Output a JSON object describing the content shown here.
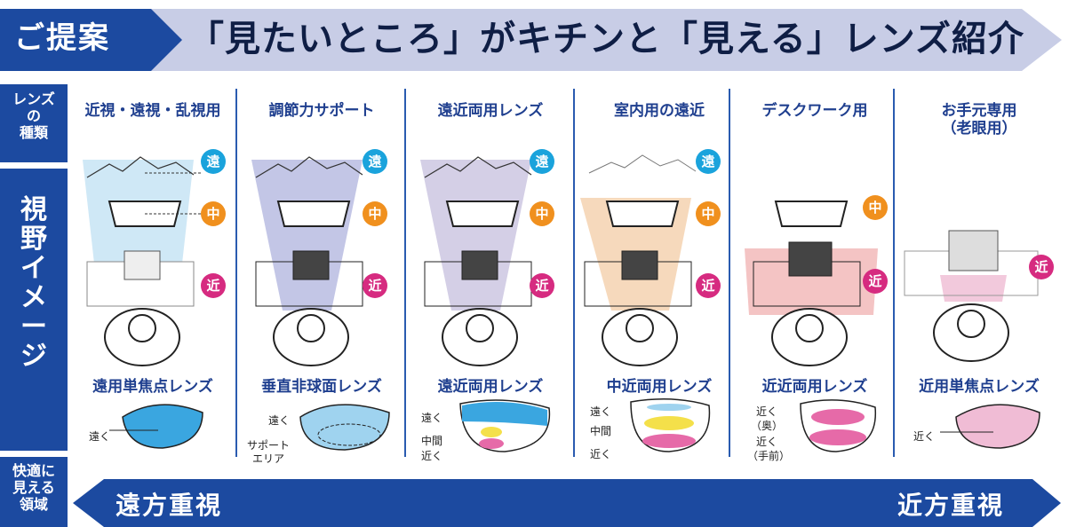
{
  "header": {
    "tag": "ご提案",
    "title": "「見たいところ」がキチンと「見える」レンズ紹介"
  },
  "side_labels": {
    "lens_type": [
      "レンズ",
      "の",
      "種類"
    ],
    "view_image": [
      "視",
      "野",
      "イ",
      "メ",
      "ー",
      "ジ"
    ],
    "clear_area": [
      "快適に",
      "見える",
      "領域"
    ]
  },
  "badges": {
    "far": "遠",
    "mid": "中",
    "near": "近"
  },
  "columns": [
    {
      "title": "近視・遠視・乱視用",
      "lens": "遠用単焦点レンズ",
      "labels": [
        "遠く"
      ]
    },
    {
      "title": "調節力サポート",
      "lens": "垂直非球面レンズ",
      "labels": [
        "遠く",
        "サポート",
        "エリア"
      ]
    },
    {
      "title": "遠近両用レンズ",
      "lens": "遠近両用レンズ",
      "labels": [
        "遠く",
        "中間",
        "近く"
      ]
    },
    {
      "title": "室内用の遠近",
      "lens": "中近両用レンズ",
      "labels": [
        "遠く",
        "中間",
        "近く"
      ]
    },
    {
      "title": "デスクワーク用",
      "lens": "近近両用レンズ",
      "labels": [
        "近く",
        "（奥）",
        "近く",
        "（手前）"
      ]
    },
    {
      "title": "お手元専用",
      "title2": "（老眼用）",
      "lens": "近用単焦点レンズ",
      "labels": [
        "近く"
      ]
    }
  ],
  "bottom": {
    "far_emphasis": "遠方重視",
    "near_emphasis": "近方重視"
  },
  "colors": {
    "navy": "#1c4aa0",
    "far": "#1aa3dc",
    "mid": "#f0901e",
    "near": "#d62b80",
    "band": "#c8cde6"
  }
}
